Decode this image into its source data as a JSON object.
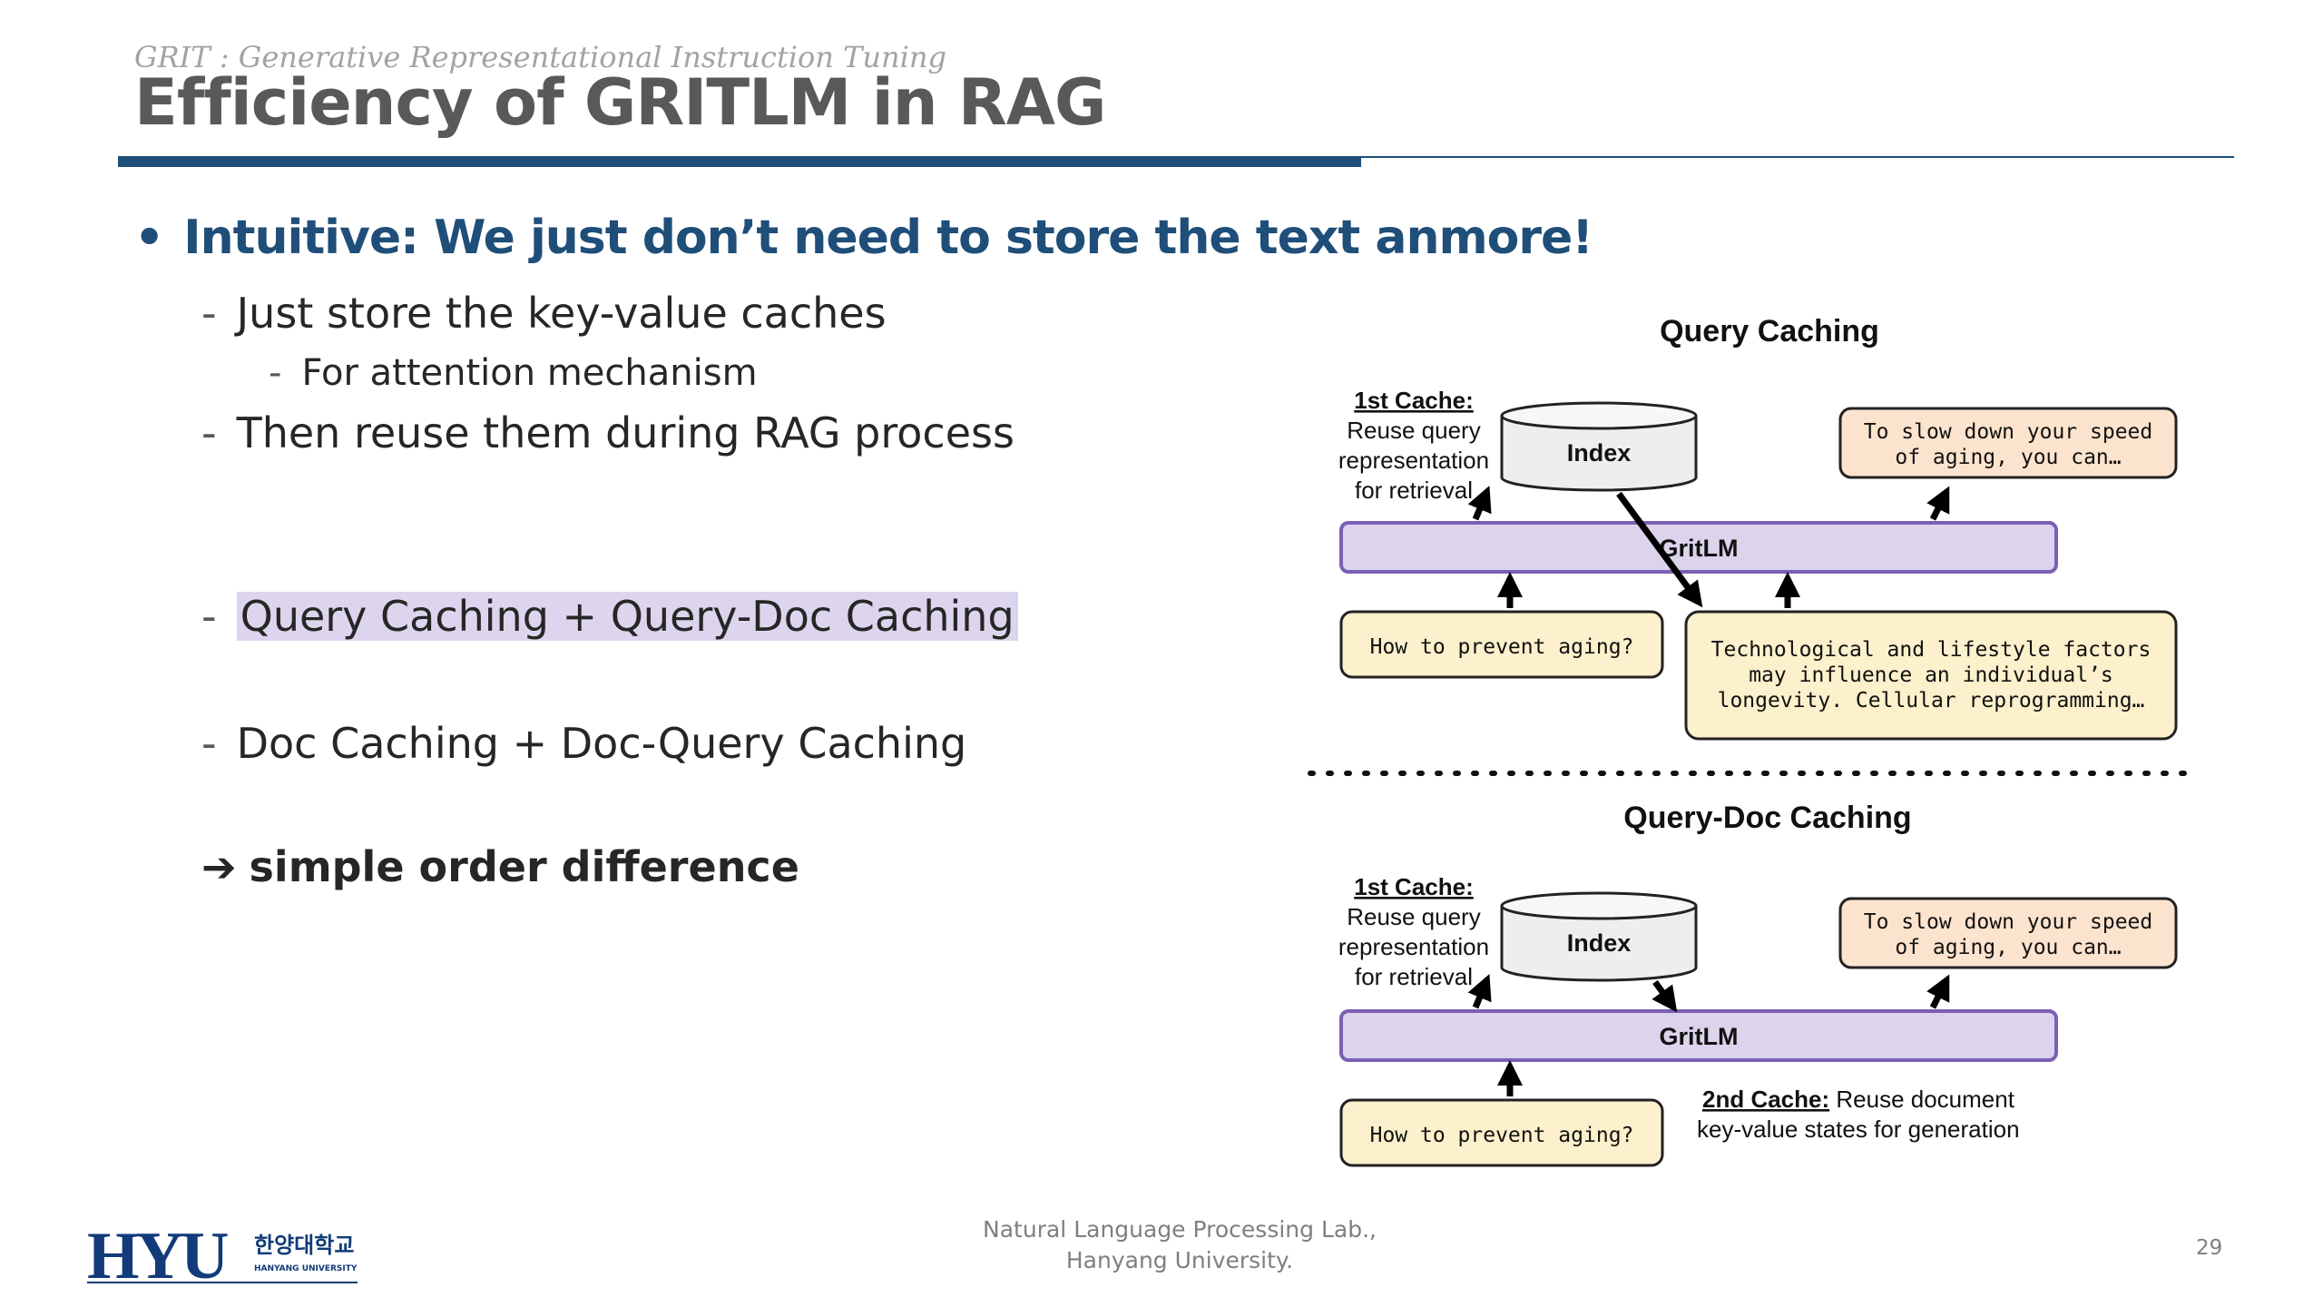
{
  "header": {
    "subtitle": "GRIT : Generative Representational Instruction Tuning",
    "title": "Efficiency of GRITLM in RAG"
  },
  "bullets": {
    "main": "Intuitive: We just don’t need to store the text anmore!",
    "main_marker": "•",
    "dash": "-",
    "item1": "Just store the key-value caches",
    "item1_sub": "For attention mechanism",
    "item2": "Then reuse them during RAG process",
    "item3": "Query Caching + Query-Doc Caching",
    "item4": "Doc Caching + Doc-Query Caching",
    "conclusion_arrow": "➔",
    "conclusion": "simple order difference"
  },
  "diagram": {
    "top": {
      "title": "Query Caching",
      "cache_label": "1st Cache:",
      "cache_desc": [
        "Reuse query",
        "representation",
        "for retrieval"
      ],
      "index": "Index",
      "model": "GritLM",
      "query": "How to prevent aging?",
      "output": [
        "To slow down your speed",
        "of aging, you can…"
      ],
      "doc": [
        "Technological and lifestyle factors",
        "may influence an individual’s",
        "longevity. Cellular reprogramming…"
      ]
    },
    "bottom": {
      "title": "Query-Doc Caching",
      "cache_label": "1st Cache:",
      "cache_desc": [
        "Reuse query",
        "representation",
        "for retrieval"
      ],
      "index": "Index",
      "model": "GritLM",
      "query": "How to prevent aging?",
      "output": [
        "To slow down your speed",
        "of aging, you can…"
      ],
      "cache2_label": "2nd Cache:",
      "cache2_desc1": " Reuse document",
      "cache2_desc2": "key-value states for generation"
    },
    "colors": {
      "model_fill": "#dcd3ed",
      "model_stroke": "#7b5fb5",
      "query_fill": "#fdf0cc",
      "output_fill": "#fce3cd",
      "index_fill": "#eeeeee"
    }
  },
  "footer": {
    "logo_main": "HYU",
    "logo_korean": "한양대학교",
    "logo_sub": "HANYANG UNIVERSITY",
    "lab_line1": "Natural Language Processing Lab.,",
    "lab_line2": "Hanyang University.",
    "page_number": "29"
  }
}
